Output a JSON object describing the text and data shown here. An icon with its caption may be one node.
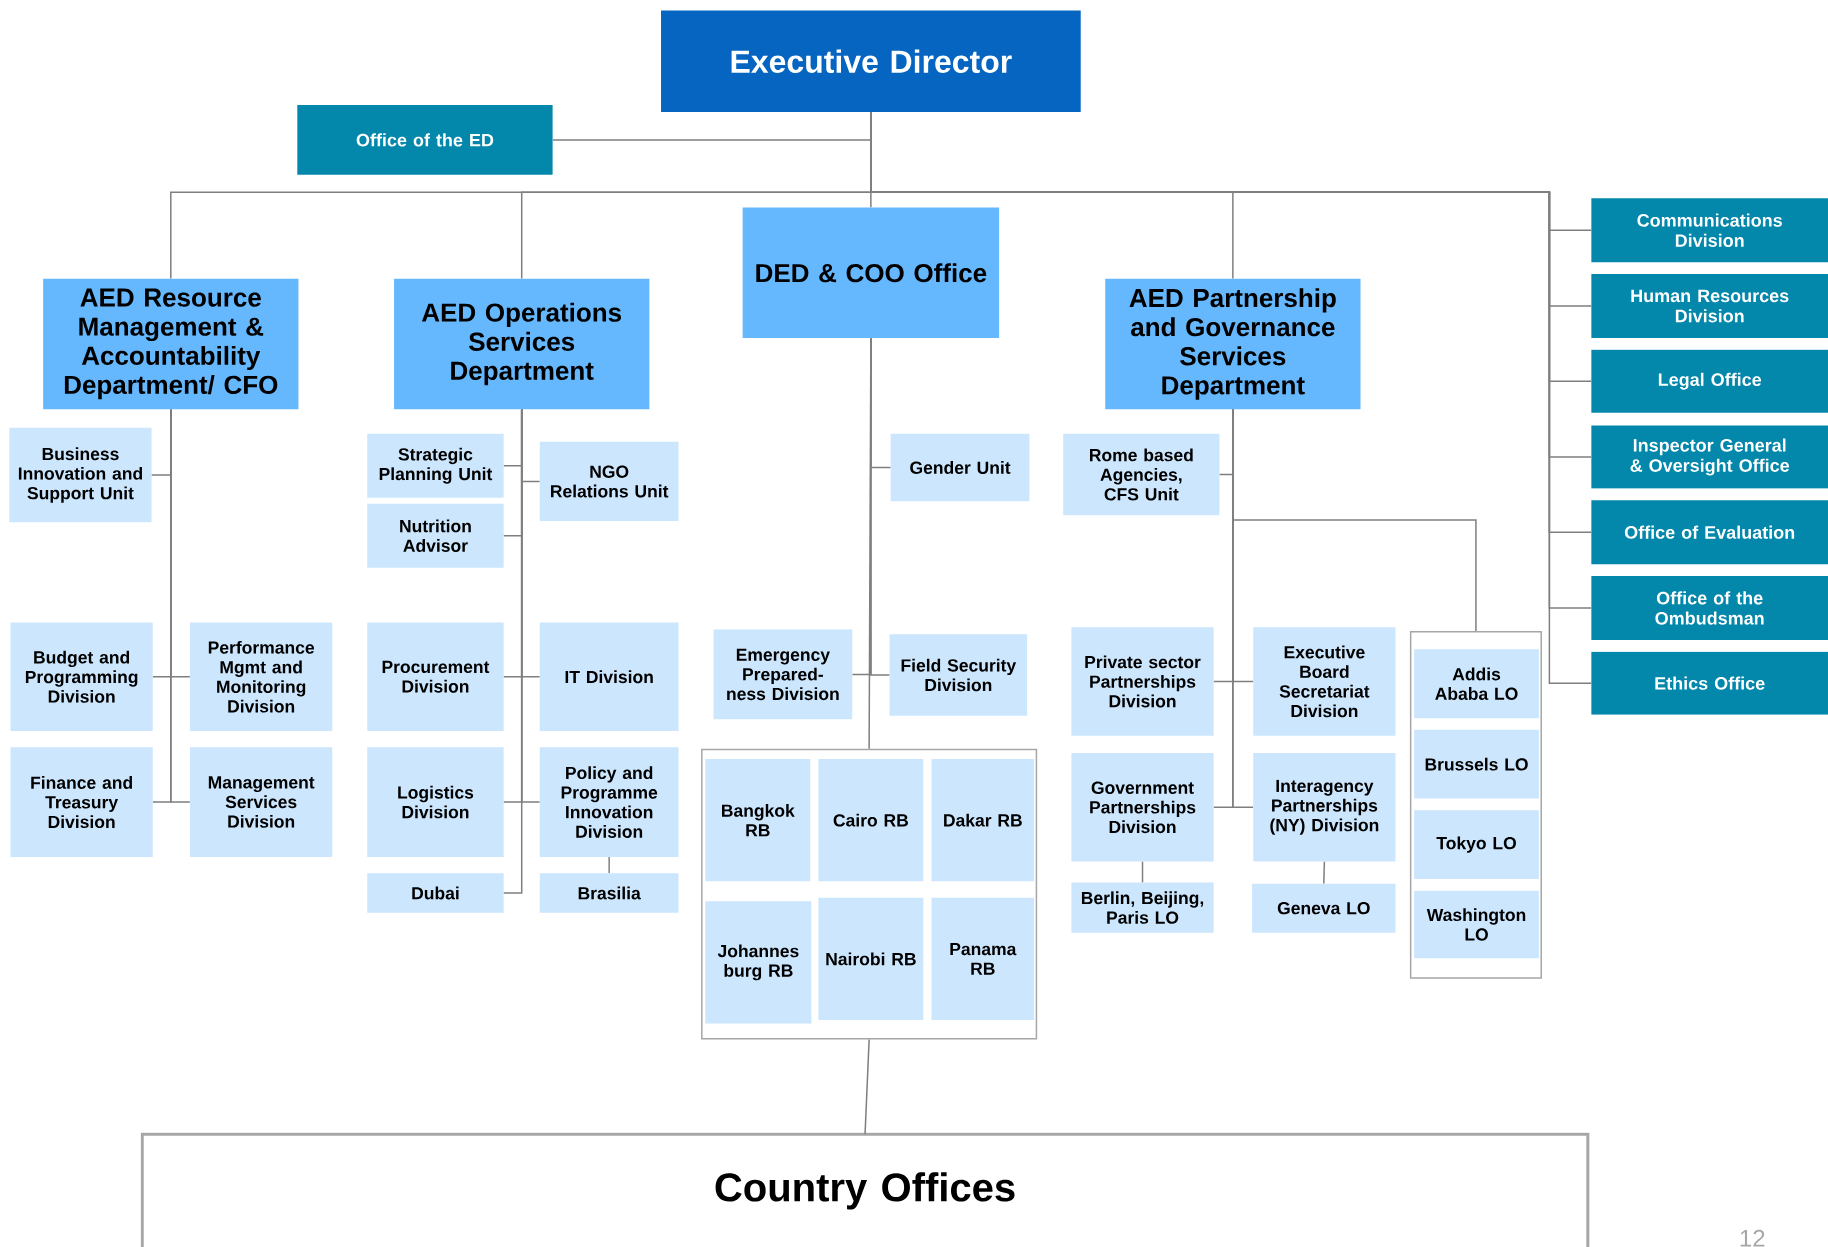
{
  "diagram": {
    "nodes": [
      {
        "text": [
          "Executive Director"
        ]
      },
      {
        "text": [
          "Office of the ED"
        ]
      },
      {
        "text": [
          "AED Resource Management & Accountability Department/ CFO"
        ]
      },
      {
        "text": [
          "AED Operations Services Department"
        ]
      },
      {
        "text": [
          "DED & COO Office"
        ]
      },
      {
        "text": [
          "AED Partnership and Governance Services Department"
        ]
      },
      {
        "text": [
          "Communications Division"
        ]
      },
      {
        "text": [
          "Human Resources Division"
        ]
      },
      {
        "text": [
          "Legal Office"
        ]
      },
      {
        "text": [
          "Inspector General & Oversight Office"
        ]
      },
      {
        "text": [
          "Office of Evaluation"
        ]
      },
      {
        "text": [
          "Office of the Ombudsman"
        ]
      },
      {
        "text": [
          "Ethics Office"
        ]
      },
      {
        "text": [
          "Business Innovation and Support Unit"
        ]
      },
      {
        "text": [
          "Budget and Programming Division"
        ]
      },
      {
        "text": [
          "Performance Mgmt and Monitoring Division"
        ]
      },
      {
        "text": [
          "Finance and Treasury Division"
        ]
      },
      {
        "text": [
          "Management Services Division"
        ]
      },
      {
        "text": [
          "Strategic Planning Unit"
        ]
      },
      {
        "text": [
          "NGO Relations Unit"
        ]
      },
      {
        "text": [
          "Nutrition Advisor"
        ]
      },
      {
        "text": [
          "Procurement Division"
        ]
      },
      {
        "text": [
          "IT Division"
        ]
      },
      {
        "text": [
          "Logistics Division"
        ]
      },
      {
        "text": [
          "Policy and Programme Innovation Division"
        ]
      },
      {
        "text": [
          "Dubai"
        ]
      },
      {
        "text": [
          "Brasilia"
        ]
      },
      {
        "text": [
          "Gender Unit"
        ]
      },
      {
        "text": [
          "Emergency Prepared- ness Division"
        ]
      },
      {
        "text": [
          "Field Security Division"
        ]
      },
      {
        "text": [],
        "shape": "box"
      },
      {
        "text": [
          "Bangkok RB"
        ],
        "in": 30
      },
      {
        "text": [
          "Cairo RB"
        ],
        "in": 30
      },
      {
        "text": [
          "Dakar RB"
        ],
        "in": 30
      },
      {
        "text": [
          "Johannes burg RB"
        ],
        "in": 30
      },
      {
        "text": [
          "Nairobi RB"
        ],
        "in": 30
      },
      {
        "text": [
          "Panama RB"
        ],
        "in": 30
      },
      {
        "text": [
          "Rome based Agencies, CFS Unit"
        ]
      },
      {
        "text": [
          "Private sector Partnerships Division"
        ]
      },
      {
        "text": [
          "Executive Board Secretariat Division"
        ]
      },
      {
        "text": [
          "Government Partnerships Division"
        ]
      },
      {
        "text": [
          "Interagency Partnerships (NY) Division"
        ]
      },
      {
        "text": [
          "Berlin, Beijing, Paris LO"
        ]
      },
      {
        "text": [
          "Geneva LO"
        ]
      },
      {
        "text": [],
        "shape": "box"
      },
      {
        "text": [
          "Addis Ababa LO"
        ],
        "in": 44
      },
      {
        "text": [
          "Brussels LO"
        ],
        "in": 44
      },
      {
        "text": [
          "Tokyo LO"
        ],
        "in": 44
      },
      {
        "text": [
          "Washington LO"
        ],
        "in": 44
      },
      {
        "text": [
          "Country Offices"
        ]
      }
    ],
    "edges": [
      {
        "from": 0,
        "to": 1,
        "arrow": "none"
      },
      {
        "from": 0,
        "to": 2,
        "arrow": "none"
      },
      {
        "from": 0,
        "to": 3,
        "arrow": "none"
      },
      {
        "from": 0,
        "to": 4,
        "arrow": "none"
      },
      {
        "from": 0,
        "to": 5,
        "arrow": "none"
      },
      {
        "from": 0,
        "to": 6,
        "arrow": "none"
      },
      {
        "from": 0,
        "to": 7,
        "arrow": "none"
      },
      {
        "from": 0,
        "to": 8,
        "arrow": "none"
      },
      {
        "from": 0,
        "to": 9,
        "arrow": "none"
      },
      {
        "from": 0,
        "to": 10,
        "arrow": "none"
      },
      {
        "from": 0,
        "to": 11,
        "arrow": "none"
      },
      {
        "from": 0,
        "to": 12,
        "arrow": "none"
      },
      {
        "from": 2,
        "to": 13,
        "arrow": "none"
      },
      {
        "from": 2,
        "to": 14,
        "arrow": "none"
      },
      {
        "from": 2,
        "to": 15,
        "arrow": "none"
      },
      {
        "from": 2,
        "to": 16,
        "arrow": "none"
      },
      {
        "from": 2,
        "to": 17,
        "arrow": "none"
      },
      {
        "from": 3,
        "to": 18,
        "arrow": "none"
      },
      {
        "from": 3,
        "to": 19,
        "arrow": "none"
      },
      {
        "from": 3,
        "to": 20,
        "arrow": "none"
      },
      {
        "from": 3,
        "to": 21,
        "arrow": "none"
      },
      {
        "from": 3,
        "to": 22,
        "arrow": "none"
      },
      {
        "from": 3,
        "to": 23,
        "arrow": "none"
      },
      {
        "from": 3,
        "to": 24,
        "arrow": "none"
      },
      {
        "from": 3,
        "to": 25,
        "arrow": "none"
      },
      {
        "from": 24,
        "to": 26,
        "arrow": "none"
      },
      {
        "from": 4,
        "to": 27,
        "arrow": "none"
      },
      {
        "from": 4,
        "to": 28,
        "arrow": "none"
      },
      {
        "from": 4,
        "to": 29,
        "arrow": "none"
      },
      {
        "from": 4,
        "to": 30,
        "arrow": "none"
      },
      {
        "from": 30,
        "to": 49,
        "arrow": "none"
      },
      {
        "from": 5,
        "to": 37,
        "arrow": "none"
      },
      {
        "from": 5,
        "to": 38,
        "arrow": "none"
      },
      {
        "from": 5,
        "to": 39,
        "arrow": "none"
      },
      {
        "from": 5,
        "to": 40,
        "arrow": "none"
      },
      {
        "from": 5,
        "to": 41,
        "arrow": "none"
      },
      {
        "from": 5,
        "to": 44,
        "arrow": "none"
      },
      {
        "from": 40,
        "to": 42,
        "arrow": "none"
      },
      {
        "from": 41,
        "to": 43,
        "arrow": "none"
      }
    ],
    "labels": [
      "12"
    ]
  }
}
